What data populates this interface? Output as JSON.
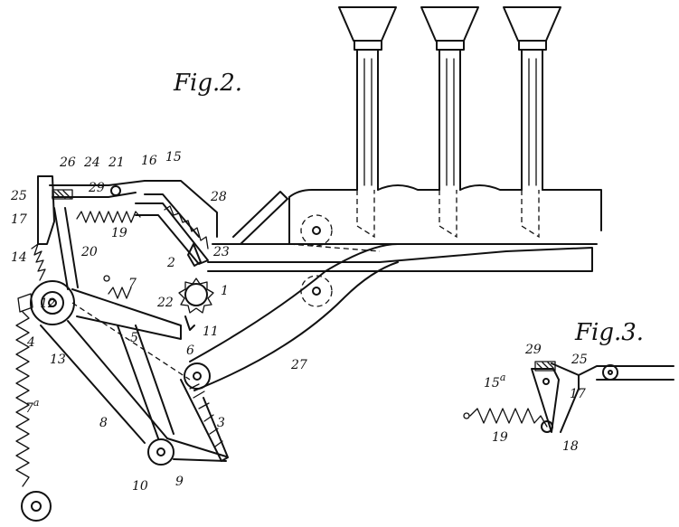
{
  "figures": {
    "fig2_title": "Fig.2.",
    "fig3_title": "Fig.3."
  },
  "labels": {
    "l26": "26",
    "l24": "24",
    "l21": "21",
    "l16": "16",
    "l15": "15",
    "l25": "25",
    "l29": "29",
    "l28": "28",
    "l17": "17",
    "l19": "19",
    "l20": "20",
    "l14": "14",
    "l2": "2",
    "l23": "23",
    "l7": "7",
    "l1": "1",
    "l22": "22",
    "l12": "12",
    "l11": "11",
    "l4": "4",
    "l5": "5",
    "l13": "13",
    "l6": "6",
    "l27": "27",
    "l7a": "7",
    "l7a_sup": "a",
    "l8": "8",
    "l3": "3",
    "l10": "10",
    "l9": "9"
  },
  "fig3_labels": {
    "l29": "29",
    "l25": "25",
    "l15a": "15",
    "l15a_sup": "a",
    "l17": "17",
    "l19": "19",
    "l18": "18"
  }
}
